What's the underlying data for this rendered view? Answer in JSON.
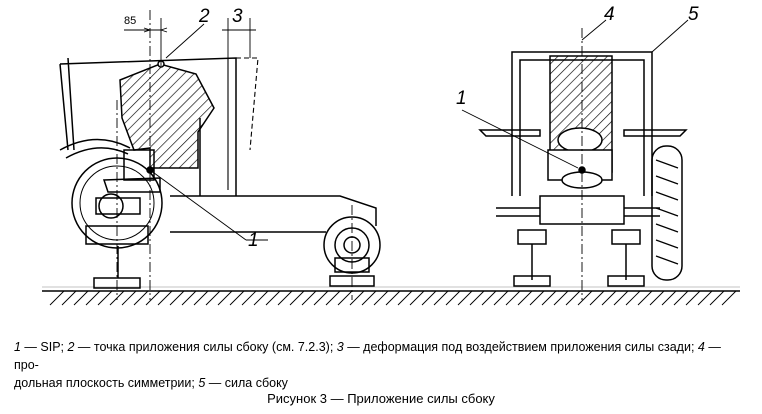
{
  "figure": {
    "dim_85": "85",
    "callouts": [
      {
        "num": "1"
      },
      {
        "num": "2"
      },
      {
        "num": "3"
      },
      {
        "num": "4"
      },
      {
        "num": "5"
      },
      {
        "num": "1"
      }
    ]
  },
  "legend": {
    "line1": [
      {
        "n": "1",
        "t": " — SIP; "
      },
      {
        "n": "2",
        "t": " — точка приложения силы сбоку (см. 7.2.3); "
      },
      {
        "n": "3",
        "t": " — деформация под воздействием приложения силы сзади; "
      },
      {
        "n": "4",
        "t": " — про-"
      }
    ],
    "line2": [
      {
        "n": "",
        "t": "дольная плоскость симметрии; "
      },
      {
        "n": "5",
        "t": " — сила сбоку"
      }
    ]
  },
  "caption": "Рисунок 3 — Приложение силы сбоку"
}
